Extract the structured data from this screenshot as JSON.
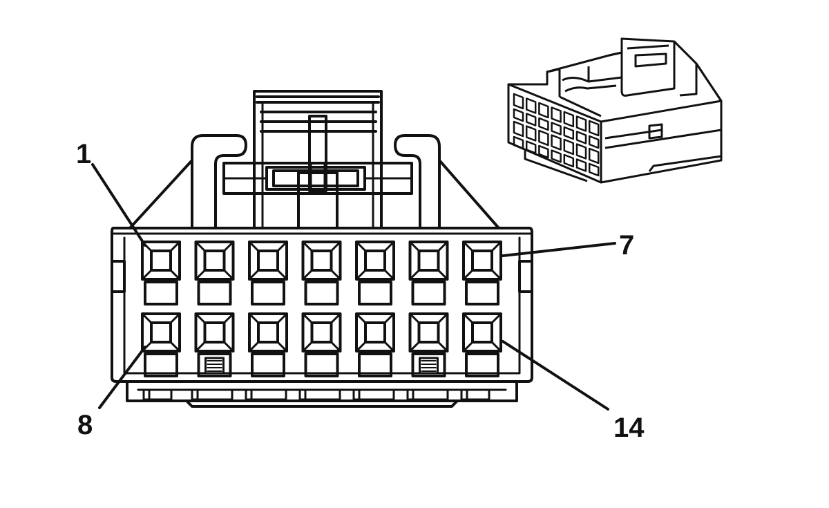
{
  "diagram": {
    "pin_labels": {
      "top_left": "1",
      "top_right": "7",
      "bottom_left": "8",
      "bottom_right": "14"
    },
    "rows": 2,
    "pins_per_row": 7,
    "line_color": "#111111",
    "background": "#ffffff"
  }
}
